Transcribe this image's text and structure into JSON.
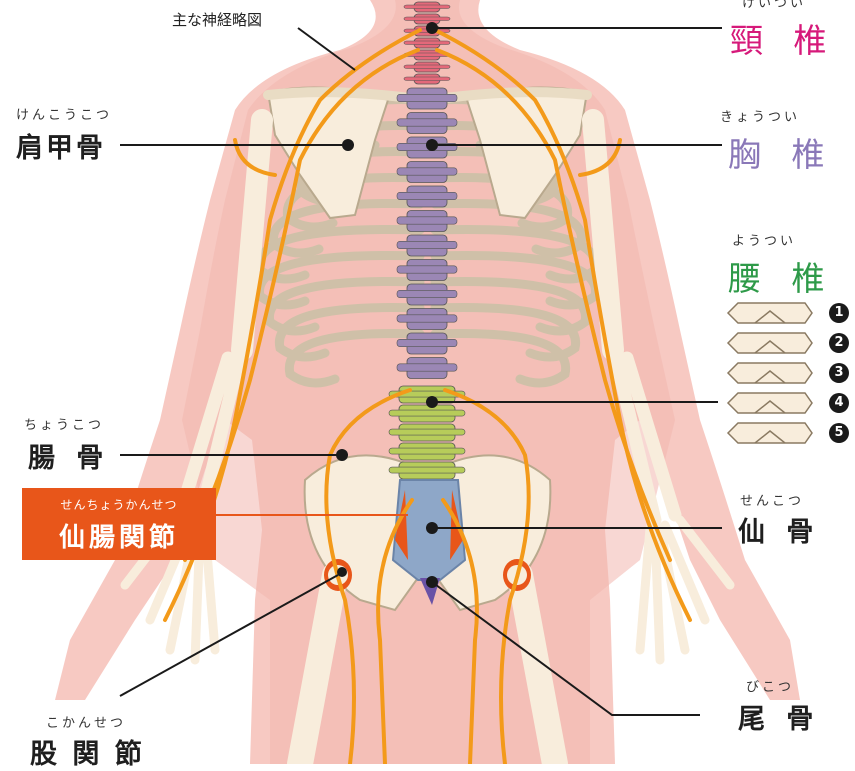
{
  "title": "主な神経略図",
  "colors": {
    "body": "#f7c9c2",
    "bone": "#f8eddc",
    "nerve": "#f39a1a",
    "cervical": "#e4697a",
    "thoracic": "#9b87b5",
    "lumbar": "#b7cc5a",
    "sacrum": "#8ea7c8",
    "coccyx": "#6a52a6",
    "joint": "#e8561a"
  },
  "labels": {
    "cervical": {
      "ruby": "けいつい",
      "name": "頸 椎",
      "color": "#d6197a"
    },
    "thoracic": {
      "ruby": "きょうつい",
      "name": "胸 椎",
      "color": "#8a78b8"
    },
    "lumbar": {
      "ruby": "ようつい",
      "name": "腰 椎",
      "color": "#2e9a49"
    },
    "scapula": {
      "ruby": "けんこうこつ",
      "name": "肩甲骨"
    },
    "ilium": {
      "ruby": "ちょうこつ",
      "name": "腸 骨"
    },
    "sij": {
      "ruby": "せんちょうかんせつ",
      "name": "仙腸関節"
    },
    "sacrum": {
      "ruby": "せんこつ",
      "name": "仙 骨"
    },
    "coccyx": {
      "ruby": "びこつ",
      "name": "尾 骨"
    },
    "hip": {
      "ruby": "こかんせつ",
      "name": "股 関 節"
    }
  },
  "lumbar_numbers": [
    "1",
    "2",
    "3",
    "4",
    "5"
  ]
}
